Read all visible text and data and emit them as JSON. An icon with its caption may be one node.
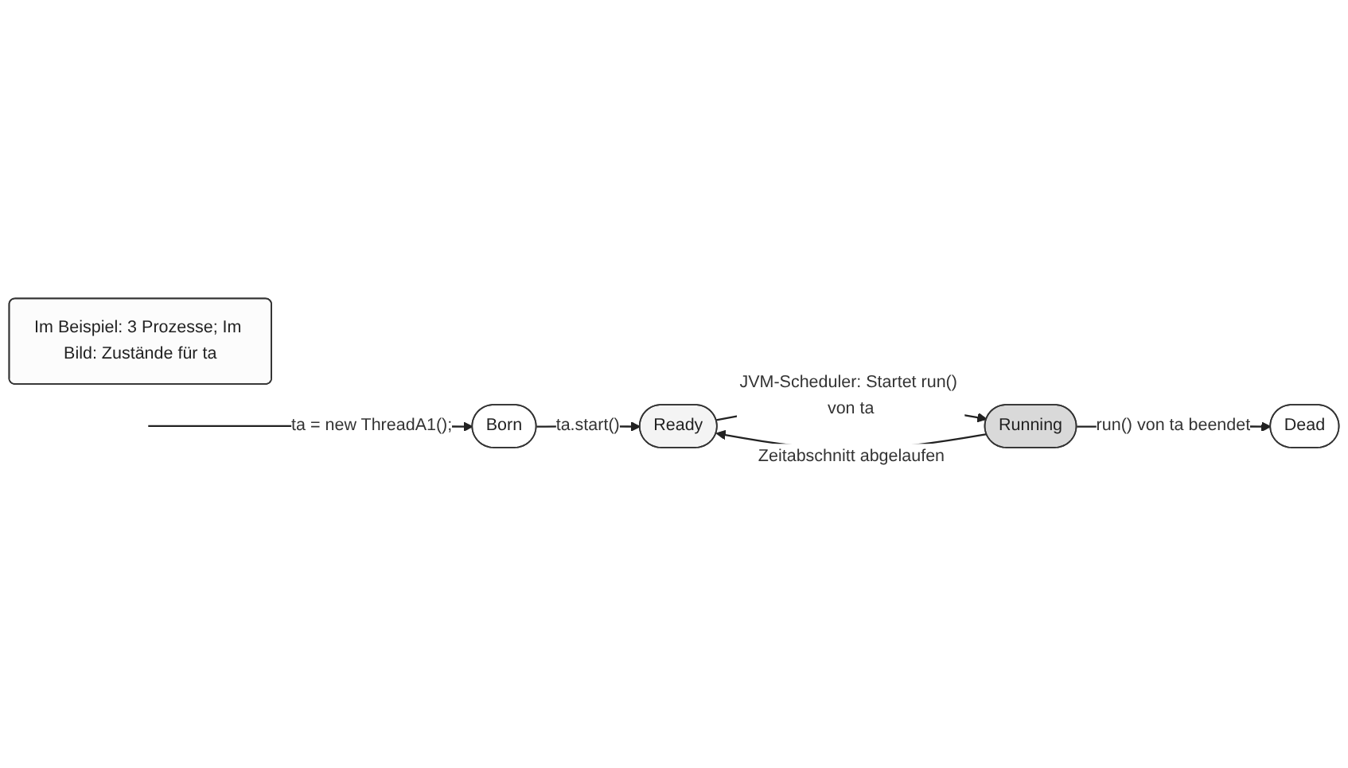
{
  "diagram": {
    "nodes": [
      {
        "text": [
          "Ready"
        ]
      },
      {
        "text": [
          "Running"
        ]
      },
      {
        "text": [
          "Born"
        ]
      },
      {
        "text": [
          "Dead"
        ]
      },
      {
        "text": [
          "Im Beispiel: 3 Prozesse; Im Bild: Zustände für ta"
        ]
      }
    ],
    "edges": [
      {
        "from": 1,
        "to": 0,
        "arrow": "to",
        "label": "Zeitabschnitt abgelaufen"
      },
      {
        "from": 0,
        "to": 1,
        "arrow": "to",
        "label": "JVM-Scheduler: Startet run() von ta"
      },
      {
        "from": 2,
        "to": 0,
        "arrow": "to",
        "label": "ta.start()"
      },
      {
        "from": 1,
        "to": 3,
        "arrow": "to",
        "label": "run() von ta beendet"
      },
      {
        "from": null,
        "to": 2,
        "arrow": "to",
        "label": "ta = new ThreadA1();"
      }
    ]
  }
}
